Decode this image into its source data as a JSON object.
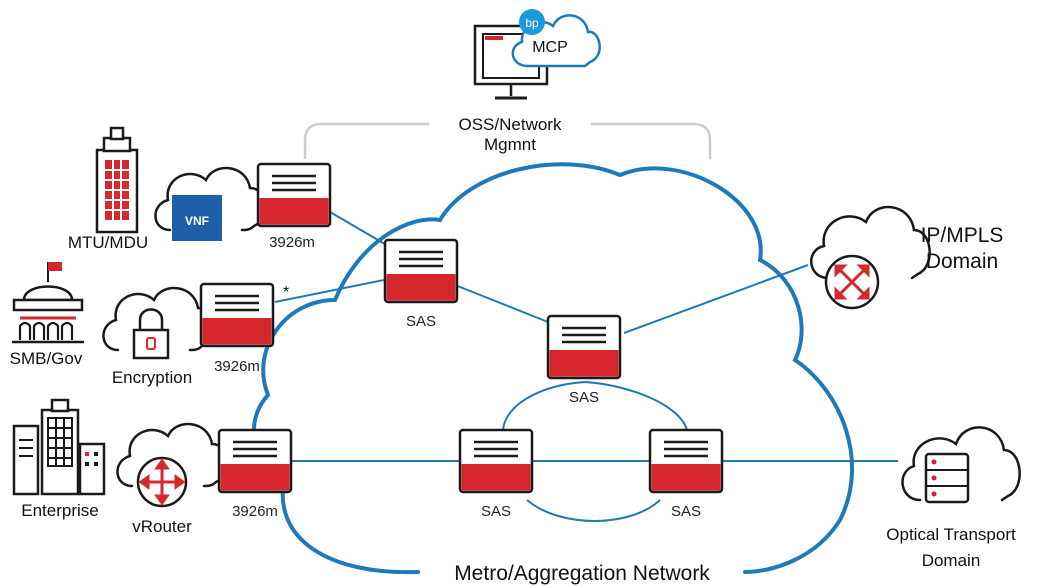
{
  "labels": {
    "mcp": "MCP",
    "bp": "bp",
    "oss_line1": "OSS/Network",
    "oss_line2": "Mgmnt",
    "mtu": "MTU/MDU",
    "vnf": "VNF",
    "smb": "SMB/Gov",
    "encryption": "Encryption",
    "enterprise": "Enterprise",
    "vrouter": "vRouter",
    "ip_line1": "IP/MPLS",
    "ip_line2": "Domain",
    "optical_line1": "Optical Transport",
    "optical_line2": "Domain",
    "metro": "Metro/Aggregation Network",
    "node_3926m_top": "3926m",
    "node_3926m_mid": "3926m",
    "node_3926m_bottom": "3926m",
    "asterisk": "*",
    "sas_top": "SAS",
    "sas_right": "SAS",
    "sas_bottom_center": "SAS",
    "sas_bottom_right": "SAS"
  },
  "colors": {
    "network_blue": "#1d7ab8",
    "device_red": "#d6262e",
    "outline": "#1a1a1a",
    "vnf_blue": "#1f5fa8",
    "bp_blue": "#1a9ad6"
  }
}
